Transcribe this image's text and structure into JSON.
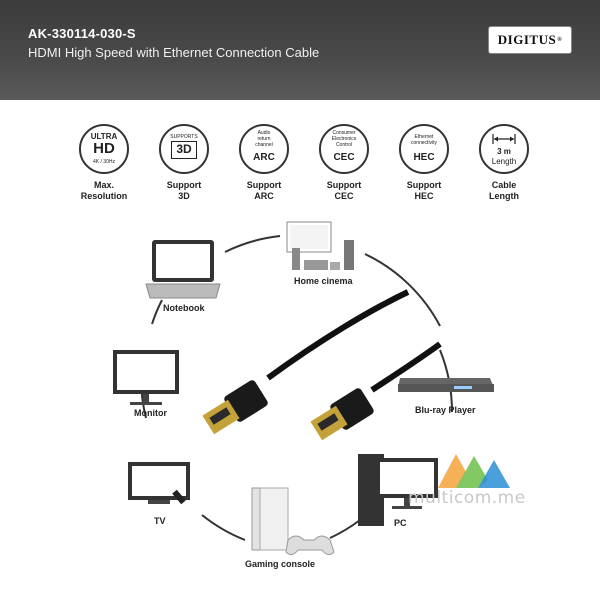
{
  "header": {
    "product_code": "AK-330114-030-S",
    "subtitle": "HDMI High Speed with Ethernet Connection Cable",
    "brand": "DIGITUS"
  },
  "features": [
    {
      "icon": "ultra-hd-icon",
      "top_line": "ULTRA",
      "big": "HD",
      "bottom_small": "4K / 30Hz",
      "label_1": "Max.",
      "label_2": "Resolution"
    },
    {
      "icon": "3d-icon",
      "top_small": "SUPPORTS",
      "big": "3D",
      "label_1": "Support",
      "label_2": "3D"
    },
    {
      "icon": "arc-icon",
      "top_small_1": "Audio",
      "top_small_2": "return",
      "top_small_3": "channel",
      "big": "ARC",
      "label_1": "Support",
      "label_2": "ARC"
    },
    {
      "icon": "cec-icon",
      "top_small_1": "Consumer",
      "top_small_2": "Electronics",
      "top_small_3": "Control",
      "big": "CEC",
      "label_1": "Support",
      "label_2": "CEC"
    },
    {
      "icon": "hec-icon",
      "top_small_1": "Ethernet",
      "top_small_2": "connectivity",
      "big": "HEC",
      "label_1": "Support",
      "label_2": "HEC"
    },
    {
      "icon": "cable-length-icon",
      "big_1": "3 m",
      "big_2": "Length",
      "label_1": "Cable",
      "label_2": "Length"
    }
  ],
  "devices": {
    "home_cinema": "Home cinema",
    "notebook": "Notebook",
    "monitor": "Monitor",
    "tv": "TV",
    "gaming_console": "Gaming console",
    "pc": "PC",
    "bluray": "Blu-ray Player"
  },
  "watermark": "multicom.me"
}
